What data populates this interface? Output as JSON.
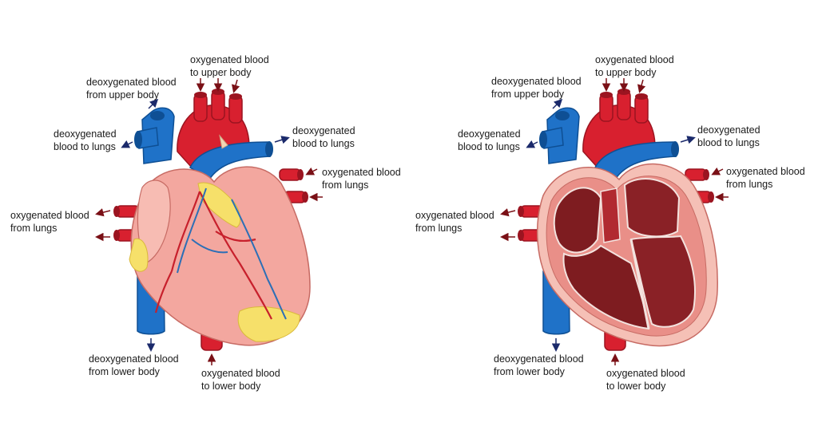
{
  "colors": {
    "oxygenated_arrow": "#7a1016",
    "deoxygenated_arrow": "#1b2a6b",
    "artery_red": "#d8202f",
    "vein_blue": "#1f72c8",
    "muscle_pink": "#f3a79f",
    "fat_yellow": "#f6e06a",
    "chamber_dark": "#7e1c20"
  },
  "left_diagram": {
    "labels": {
      "upper_body_in": {
        "line1": "deoxygenated blood",
        "line2": "from upper body"
      },
      "lungs_out_left": {
        "line1": "deoxygenated",
        "line2": "blood to lungs"
      },
      "upper_body_out": {
        "line1": "oxygenated blood",
        "line2": "to upper body"
      },
      "lungs_out_right": {
        "line1": "deoxygenated",
        "line2": "blood to lungs"
      },
      "lungs_in_right": {
        "line1": "oxygenated blood",
        "line2": "from lungs"
      },
      "lungs_in_left": {
        "line1": "oxygenated blood",
        "line2": "from lungs"
      },
      "lower_body_in": {
        "line1": "deoxygenated blood",
        "line2": "from lower body"
      },
      "lower_body_out": {
        "line1": "oxygenated blood",
        "line2": "to lower body"
      }
    }
  },
  "right_diagram": {
    "labels": {
      "upper_body_in": {
        "line1": "deoxygenated blood",
        "line2": "from upper body"
      },
      "lungs_out_left": {
        "line1": "deoxygenated",
        "line2": "blood to lungs"
      },
      "upper_body_out": {
        "line1": "oxygenated blood",
        "line2": "to upper body"
      },
      "lungs_out_right": {
        "line1": "deoxygenated",
        "line2": "blood to lungs"
      },
      "lungs_in_right": {
        "line1": "oxygenated blood",
        "line2": "from lungs"
      },
      "lungs_in_left": {
        "line1": "oxygenated blood",
        "line2": "from lungs"
      },
      "lower_body_in": {
        "line1": "deoxygenated blood",
        "line2": "from lower body"
      },
      "lower_body_out": {
        "line1": "oxygenated blood",
        "line2": "to lower body"
      }
    }
  }
}
